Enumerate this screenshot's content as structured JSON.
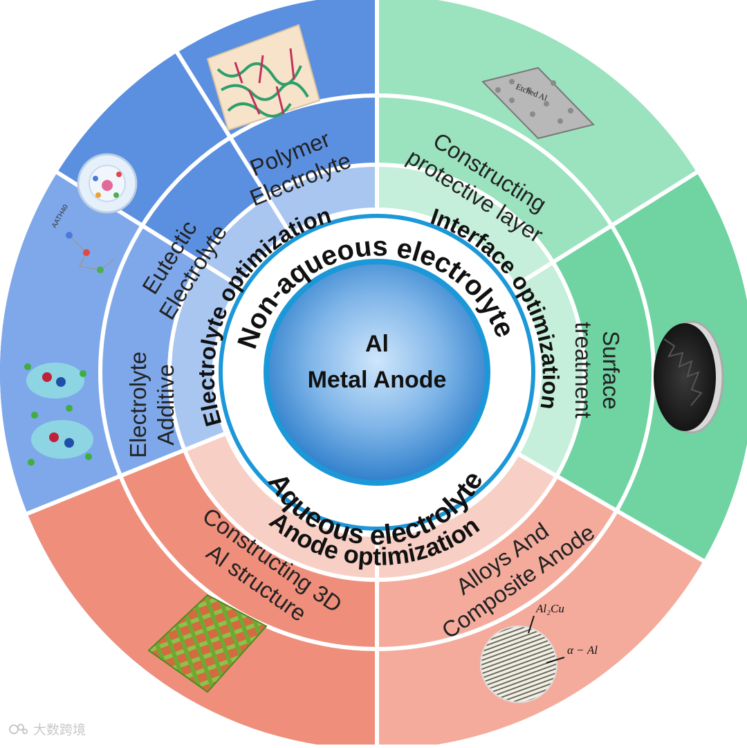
{
  "center": {
    "line1": "Al",
    "line2": "Metal Anode"
  },
  "inner_ring": {
    "top": "Non-aqueous electrolyte",
    "bottom": "Aqueous electrolyte"
  },
  "categories": {
    "electrolyte": "Electrolyte optimization",
    "interface": "Interface optimization",
    "anode": "Anode optimization"
  },
  "strategies": {
    "polymer": [
      "Polymer",
      "Electrolyte"
    ],
    "eutectic": [
      "Eutectic",
      "Electrolyte"
    ],
    "additive": [
      "Electrolyte",
      "Additive"
    ],
    "protective": [
      "Constructing",
      "protective layer"
    ],
    "surface": [
      "Surface",
      "treatment"
    ],
    "alloys": [
      "Alloys And",
      "Composite Anode"
    ],
    "structure3d": [
      "Constructing 3D",
      "Al structure"
    ]
  },
  "image_labels": {
    "etched": "Etched Al",
    "aath": "AATH40",
    "alloy_phase1": "Al₂Cu",
    "alloy_phase2": "α − Al"
  },
  "watermark": "大数跨境",
  "colors": {
    "blue_outer": "#5b8fe0",
    "blue_mid": "#7ea8ea",
    "blue_inner": "#a9c6f1",
    "green_outer": "#6fd3a2",
    "green_mid": "#9be2bf",
    "green_inner": "#c5efdb",
    "red_outer": "#ef8e7b",
    "red_mid": "#f4ab9c",
    "red_inner": "#f8cfc5",
    "core_edge": "#2a86c8",
    "ring_edge": "#1c98d8"
  }
}
